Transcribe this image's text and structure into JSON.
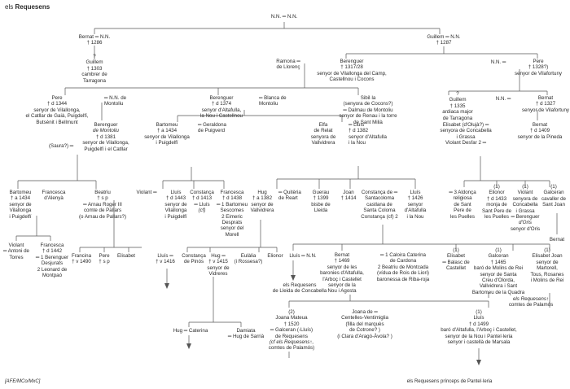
{
  "title": {
    "prefix": "els",
    "family": "Requesens"
  },
  "footer": {
    "credit": "[AFE/MCo/MxC]",
    "princes": "els Requesens prínceps de Pantel·leria"
  },
  "nodes": [
    {
      "id": "nn_root",
      "lines": [
        "N.N. ═ N.N."
      ]
    },
    {
      "id": "bernat1",
      "lines": [
        "Bernat ═ N.N.",
        "† 1286"
      ]
    },
    {
      "id": "guillem1",
      "lines": [
        "Guillem ═ N.N.",
        "† 1287"
      ]
    },
    {
      "id": "guillem1303",
      "lines": [
        "?",
        "Guillem",
        "† 1303",
        "cambrer de",
        "Tarragona"
      ]
    },
    {
      "id": "ramona",
      "lines": [
        "Ramona ═",
        "de Llorenç"
      ]
    },
    {
      "id": "berenguer1",
      "lines": [
        "Berenguer",
        "† 1317/28",
        "senyor de Vilallonga del Camp,",
        "Castellnou i Cocons"
      ]
    },
    {
      "id": "nn_mid",
      "lines": [
        "N.N. ═"
      ]
    },
    {
      "id": "pere1328",
      "lines": [
        "Pere",
        "† 1328?)",
        "senyor de Vilafortuny"
      ]
    },
    {
      "id": "pere1344",
      "lines": [
        "Pere",
        "† d 1344",
        "senyor de Vilallonga,",
        "el Catllar de Gaià, Puigdelfí,",
        "Butsènit i Bellmunt"
      ]
    },
    {
      "id": "nn_montoliu",
      "lines": [
        "═ N.N. de",
        "Montoliu"
      ]
    },
    {
      "id": "berenguer1374",
      "lines": [
        "Berenguer",
        "† d 1374",
        "senyor d'Altafulla,",
        "la Nou i Castellnou"
      ]
    },
    {
      "id": "blanca",
      "lines": [
        "═ Blanca de",
        "Montoliu"
      ]
    },
    {
      "id": "sibilla",
      "lines": [
        "Sibil·la",
        "(senyora de Cocons?)",
        "═ Dalmau de Montoliu",
        "senyor de Renau i la torre",
        "de Sant Milià"
      ]
    },
    {
      "id": "guillem1335",
      "lines": [
        "?",
        "Guillem",
        "† 1335",
        "ardiaca major",
        "de Tarragona"
      ]
    },
    {
      "id": "nn_vila",
      "lines": [
        "N.N. ═"
      ]
    },
    {
      "id": "bernat1327",
      "lines": [
        "Bernat",
        "† d 1327",
        "senyor de Vilafortuny"
      ]
    },
    {
      "id": "saura",
      "lines": [
        "(Saura?) ═"
      ]
    },
    {
      "id": "berenguer1381",
      "lines": [
        "Berenguer",
        "de Montoliu",
        "† d 1381",
        "senyor de Vilallonga,",
        "Puigdelfí i el Catllar"
      ]
    },
    {
      "id": "bartomeu1434a",
      "lines": [
        "Bartomeu",
        "† a 1434",
        "senyor de Vilallonga",
        "i Puigdelfí"
      ]
    },
    {
      "id": "geraldona",
      "lines": [
        "═ Geraldona",
        "de Puigverd"
      ]
    },
    {
      "id": "elfa",
      "lines": [
        "Elfa",
        "de Relat",
        "senyora de",
        "Vallvidrera"
      ]
    },
    {
      "id": "lluis1382",
      "lines": [
        "═ Lluís",
        "† d 1382",
        "senyor d'Altafulla",
        "i la Nou"
      ]
    },
    {
      "id": "elisabet_olujà",
      "lines": [
        "Elisabet (d'Olujà?) ═",
        "senyora de Concabella",
        "i Grassa"
      ]
    },
    {
      "id": "bernat1409",
      "lines": [
        "Bernat",
        "† d 1409",
        "senyor de la Pineda"
      ]
    },
    {
      "id": "violant_desfar",
      "lines": [
        "Violant Desfar 2 ═"
      ]
    },
    {
      "id": "bartomeu1434b",
      "lines": [
        "Bartomeu",
        "† a 1434",
        "senyor de",
        "Vilallonga",
        "i Puigdelfí"
      ]
    },
    {
      "id": "francesca_alenya",
      "lines": [
        "Francesca",
        "d'Alenyà"
      ]
    },
    {
      "id": "beatriu",
      "lines": [
        "Beatriu",
        "† s p",
        "═ Arnau Roger III",
        "comte de Pallars",
        "(o Arnau de Pallars?)"
      ]
    },
    {
      "id": "violant_a",
      "lines": [
        "Violant ═"
      ]
    },
    {
      "id": "lluis1443",
      "lines": [
        "Lluís",
        "† d 1443",
        "senyor de",
        "Vilallonga",
        "i Puigdelfí"
      ]
    },
    {
      "id": "constanca1413",
      "lines": [
        "Constança",
        "† d 1413",
        "═ Lluís",
        "(cf)"
      ]
    },
    {
      "id": "francesca1438",
      "lines": [
        "Francesca",
        "† d 1438",
        "═ 1 Bartomeu",
        "Sescomes",
        "2 Eimeric",
        "Desprats",
        "senyor del",
        "Morell"
      ]
    },
    {
      "id": "hug1382",
      "lines": [
        "Hug",
        "† a 1382",
        "senyor de",
        "Vallvidrera"
      ]
    },
    {
      "id": "quiteria",
      "lines": [
        "═ Quitèria",
        "de Reart"
      ]
    },
    {
      "id": "gueraua",
      "lines": [
        "Guerau",
        "† 1399",
        "bisbe de",
        "Lleida"
      ]
    },
    {
      "id": "joan1414",
      "lines": [
        "Joan",
        "† 1414"
      ]
    },
    {
      "id": "constanca_sc",
      "lines": [
        "Constança de ═",
        "Santacoloma",
        "castlana de",
        "Santa Coloma",
        "Constança (cf) 2"
      ]
    },
    {
      "id": "lluis1426",
      "lines": [
        "Lluís",
        "† 1426",
        "senyor",
        "d'Altafulla",
        "i la Nou"
      ]
    },
    {
      "id": "aldonca",
      "lines": [
        "═ 3 Aldonça",
        "religiosa",
        "de Sant",
        "Pere de",
        "les Puelles"
      ]
    },
    {
      "id": "elionor1433",
      "lines": [
        "(1)",
        "Elionor",
        "† d 1433",
        "monja de",
        "Sant Pere de",
        "les Puelles"
      ]
    },
    {
      "id": "violant_conc",
      "lines": [
        "(1)",
        "Violant",
        "senyora de",
        "Concabella",
        "i Grassa",
        "═ Berenguer",
        "d'Oris",
        "senyor d'Oris"
      ]
    },
    {
      "id": "galceran_cav",
      "lines": [
        "(1)",
        "Galceran",
        "cavaller de",
        "Sant Joan"
      ]
    },
    {
      "id": "bernat_small",
      "lines": [
        "Bernat"
      ]
    },
    {
      "id": "violant_torres",
      "lines": [
        "Violant",
        "═ Antoni de",
        "Torres"
      ]
    },
    {
      "id": "francesca1442",
      "lines": [
        "Francesca",
        "† d 1442",
        "═ 1 Berenguer",
        "Desjurats",
        "2 Leonard de",
        "Montpaó"
      ]
    },
    {
      "id": "francina",
      "lines": [
        "Francina",
        "† v 1490"
      ]
    },
    {
      "id": "pere_sp",
      "lines": [
        "Pere",
        "† s p"
      ]
    },
    {
      "id": "elisabet_a",
      "lines": [
        "Elisabet"
      ]
    },
    {
      "id": "lluis1416",
      "lines": [
        "Lluís ═",
        "† v 1416"
      ]
    },
    {
      "id": "constanca_pinos",
      "lines": [
        "Constança",
        "de Pinós"
      ]
    },
    {
      "id": "hug1415",
      "lines": [
        "Hug ═",
        "† v 1415",
        "senyor de",
        "Vidreres"
      ]
    },
    {
      "id": "eulalia",
      "lines": [
        "Eulàlia",
        "(i Rossesa?)"
      ]
    },
    {
      "id": "elionor_b",
      "lines": [
        "Elionor"
      ]
    },
    {
      "id": "lluis_nn",
      "lines": [
        "Lluís ═ N.N."
      ]
    },
    {
      "id": "bernat1469",
      "lines": [
        "Bernat",
        "† 1469",
        "senyor de les",
        "baronies d'Altafulla,",
        "l'Arboç i Castellet",
        "senyor de la",
        "Nou i Agosta"
      ]
    },
    {
      "id": "caterina_cardona",
      "lines": [
        "═ 1 Caloira Caterina",
        "de Cardona",
        "2 Beatriu de Montcada",
        "(vídua de Rois de Liori)",
        "baronessa de Riba-roja"
      ]
    },
    {
      "id": "elisabet_balasc",
      "lines": [
        "(1)",
        "Elisabet",
        "═ Balasc de",
        "Castellet"
      ]
    },
    {
      "id": "galceran1465",
      "lines": [
        "(1)",
        "Galceran",
        "† 1465",
        "baró de Molins de Rei",
        "senyor de Santa",
        "Creu d'Olorda,",
        "Vallvidrera i Sant",
        "Bartomeu de la Quadra"
      ]
    },
    {
      "id": "elisabet_joan",
      "lines": [
        "(1)",
        "Elisabet Joan",
        "senyor de",
        "Martorell,",
        "Tous, Rosanes",
        "i Molins de Rei"
      ]
    },
    {
      "id": "req_lleida",
      "lines": [
        "els Requesens",
        "de Lleida de Concabella"
      ]
    },
    {
      "id": "req_palamos",
      "lines": [
        "els Requesens↑",
        "comtes de Palamós"
      ]
    },
    {
      "id": "hug_caterina",
      "lines": [
        "Hug ═ Caterina"
      ]
    },
    {
      "id": "damiata",
      "lines": [
        "Damiata",
        "═ Hug de Sarrià"
      ]
    },
    {
      "id": "joana_mateua",
      "lines": [
        "(2)",
        "Joana Mateua",
        "† 1520",
        "═ Galceran (-Lluís)",
        "de Requesens",
        "(cf els Requesens↑,",
        "comtes de Palamós)"
      ]
    },
    {
      "id": "joana_cent",
      "lines": [
        "Joana de ═",
        "Centelles-Ventimiglia",
        "(filla del marquès",
        "de Cotrone? )",
        "(i Clara d'Aragó-Àvola? )"
      ]
    },
    {
      "id": "lluis1499",
      "lines": [
        "(1)",
        "Lluís",
        "† d 1499",
        "baró d'Altafulla, l'Arboç i Castellet,",
        "senyor de la Nou i Pantel·leria",
        "senyor i castellà de Marsala"
      ]
    }
  ]
}
